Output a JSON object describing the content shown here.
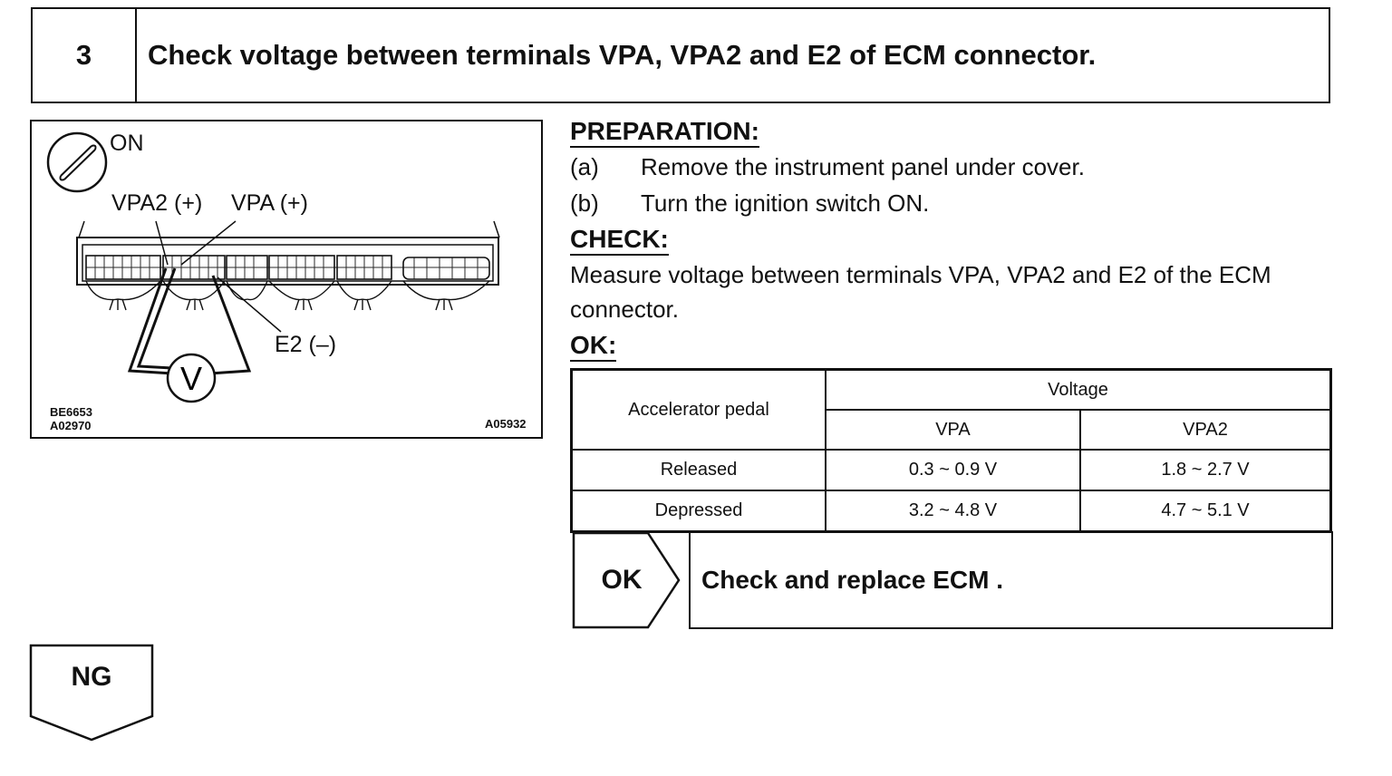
{
  "step": {
    "number": "3",
    "title": "Check voltage between terminals VPA, VPA2 and E2 of ECM connector."
  },
  "figure": {
    "ignition_label": "ON",
    "vpa2_label": "VPA2 (+)",
    "vpa_label": "VPA (+)",
    "e2_label": "E2 (–)",
    "meter_symbol": "V",
    "code_left_1": "BE6653",
    "code_left_2": "A02970",
    "code_right": "A05932"
  },
  "preparation": {
    "heading": "PREPARATION:",
    "steps": [
      {
        "letter": "(a)",
        "text": "Remove the instrument panel under cover."
      },
      {
        "letter": "(b)",
        "text": "Turn the ignition switch ON."
      }
    ]
  },
  "check": {
    "heading": "CHECK:",
    "text": "Measure voltage between terminals VPA, VPA2 and E2 of the ECM connector."
  },
  "ok": {
    "heading": "OK:",
    "table": {
      "col1_header": "Accelerator pedal",
      "group_header": "Voltage",
      "sub_headers": [
        "VPA",
        "VPA2"
      ],
      "rows": [
        {
          "pedal": "Released",
          "vpa": "0.3 ~ 0.9 V",
          "vpa2": "1.8 ~ 2.7 V"
        },
        {
          "pedal": "Depressed",
          "vpa": "3.2 ~ 4.8 V",
          "vpa2": "4.7 ~ 5.1 V"
        }
      ]
    }
  },
  "result_ok": {
    "label": "OK",
    "action": "Check and replace ECM ."
  },
  "result_ng": {
    "label": "NG"
  }
}
